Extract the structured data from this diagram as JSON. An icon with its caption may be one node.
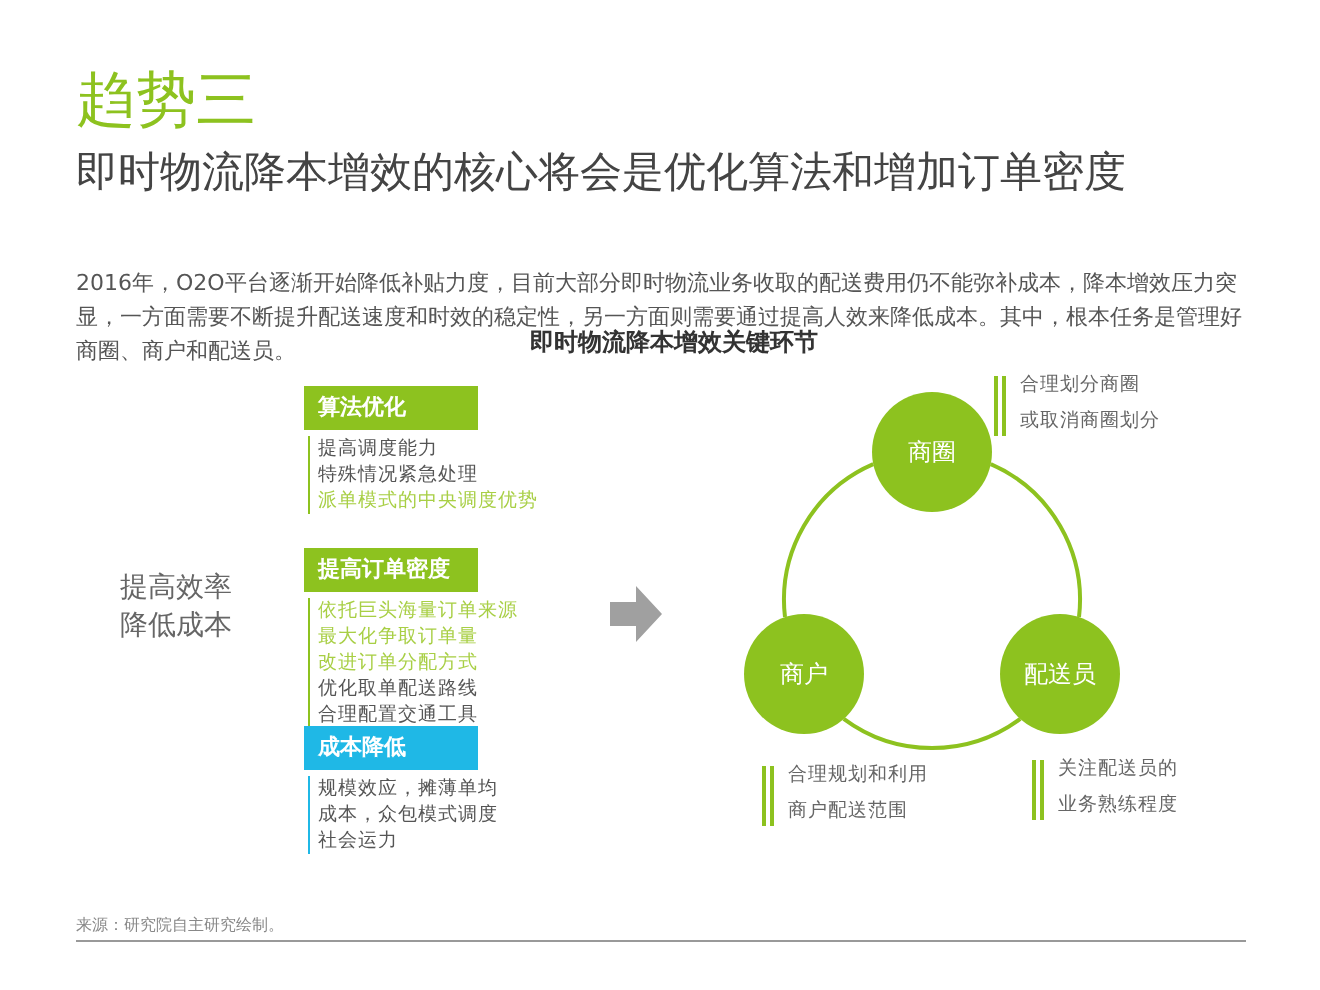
{
  "diagram": {
    "title": "即时物流降本增效的核心将会是优化算法和增加订单密度",
    "nodes": [
      {
        "text": [
          "算法优化",
          "提高调度能力",
          "特殊情况紧急处理",
          "派单模式的中央调度优势"
        ]
      },
      {
        "text": [
          "提高订单密度",
          "依托巨头海量订单来源",
          "最大化争取订单量",
          "改进订单分配方式",
          "优化取单配送路线",
          "合理配置交通工具"
        ]
      },
      {
        "text": [
          "成本降低",
          "规模效应，摊薄单均成本，众包模式调度社会运力"
        ]
      },
      {
        "text": [
          "商圈"
        ],
        "beside": [
          "合理划分商圈",
          "或取消商圈划分"
        ]
      },
      {
        "text": [
          "商户"
        ],
        "beside": [
          "合理规划和利用",
          "商户配送范围"
        ]
      },
      {
        "text": [
          "配送员"
        ],
        "beside": [
          "关注配送员的",
          "业务熟练程度"
        ]
      }
    ],
    "edges": [
      {
        "from": 3,
        "to": 5,
        "arrow": "none"
      },
      {
        "from": 5,
        "to": 4,
        "arrow": "none"
      },
      {
        "from": 4,
        "to": 3,
        "arrow": "none"
      }
    ],
    "labels": [
      "趋势三",
      "2016年，O2O平台逐渐开始降低补贴力度，目前大部分即时物流业务收取的配送费用仍不能弥补成本，降本增效压力突显，一方面需要不断提升配送速度和时效的稳定性，另一方面则需要通过提高人效来降低成本。其中，根本任务是管理好商圈、商户和配送员。",
      "即时物流降本增效关键环节",
      "提高效率降低成本",
      "来源：研究院自主研究绘制。"
    ]
  }
}
